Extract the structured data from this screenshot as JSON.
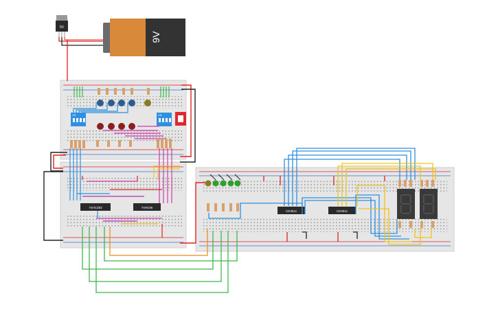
{
  "regulator": {
    "label": "5V"
  },
  "battery": {
    "label": "9V"
  },
  "chips": {
    "left_a": "74HC283",
    "left_b": "74HC86",
    "right_a": "CD4511",
    "right_b": "CD4511"
  },
  "dip_switches": {
    "left_on": "ON",
    "right_on": "ON"
  },
  "colors": {
    "board": "#e6e6e6",
    "board_edge": "#cfcfcf",
    "rail_red": "#d9262b",
    "rail_blue": "#3b6fcf",
    "wire_red": "#e02020",
    "wire_black": "#222222",
    "wire_green": "#3cb84a",
    "wire_blue": "#2c8fe0",
    "wire_yellow": "#f2c21a",
    "wire_orange": "#f08a1c",
    "wire_purple": "#b030b0",
    "wire_magenta": "#d03aa8",
    "battery_body": "#333333",
    "battery_cap": "#d8893a",
    "dip_blue": "#2f8fe0",
    "switch_red": "#e0262f",
    "chip": "#2a2a2a",
    "seg_display": "#3a3a3a",
    "led_blue": "#2c5f8f",
    "led_red": "#8a1f22",
    "led_green": "#2fa02f",
    "led_olive": "#8a7a22"
  }
}
